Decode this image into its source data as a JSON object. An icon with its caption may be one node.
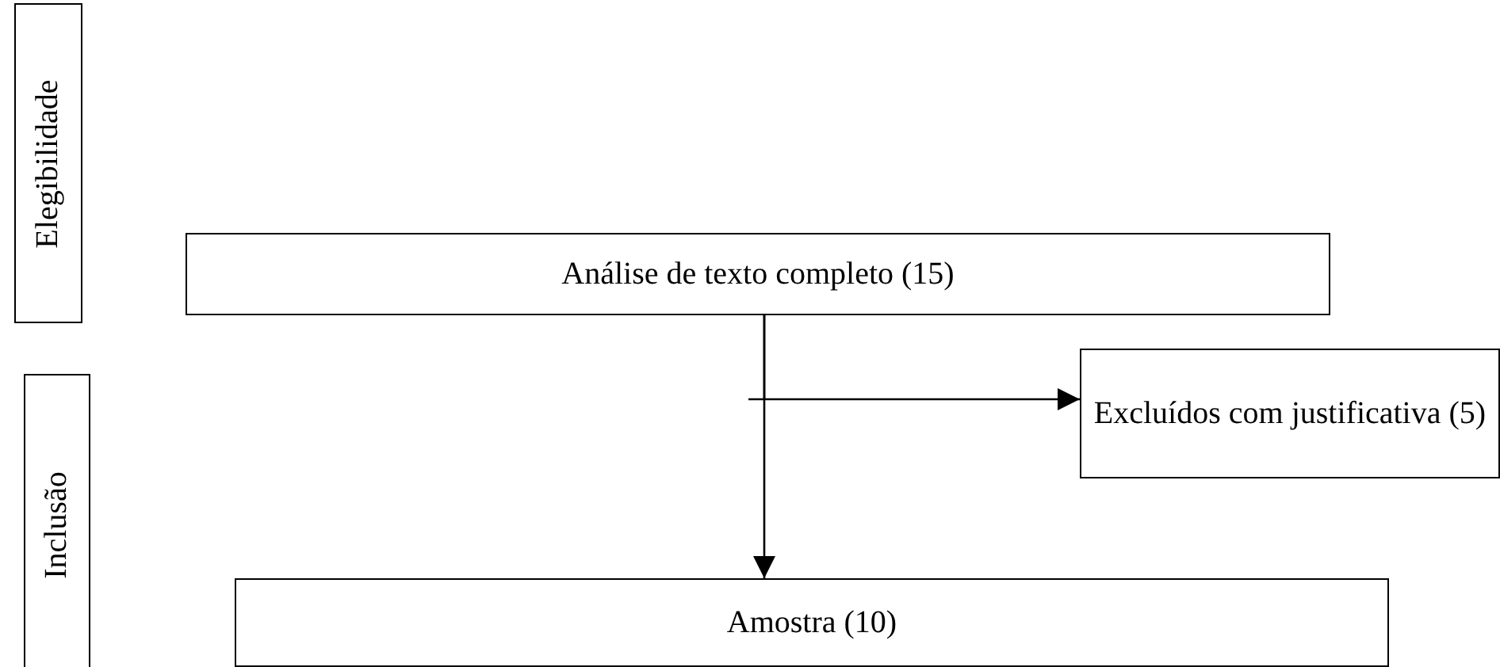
{
  "diagram": {
    "nodes": [
      {
        "text": [
          "Elegibilidade"
        ]
      },
      {
        "text": [
          "Análise de texto completo (15)"
        ]
      },
      {
        "text": [
          "Excluídos com justificativa (5)"
        ]
      },
      {
        "text": [
          "Inclusão"
        ]
      },
      {
        "text": [
          "Amostra (10)"
        ]
      }
    ],
    "edges": [
      {
        "from": 1,
        "to": 4,
        "arrow": "to"
      },
      {
        "from": 1,
        "to": 2,
        "arrow": "to"
      }
    ]
  }
}
